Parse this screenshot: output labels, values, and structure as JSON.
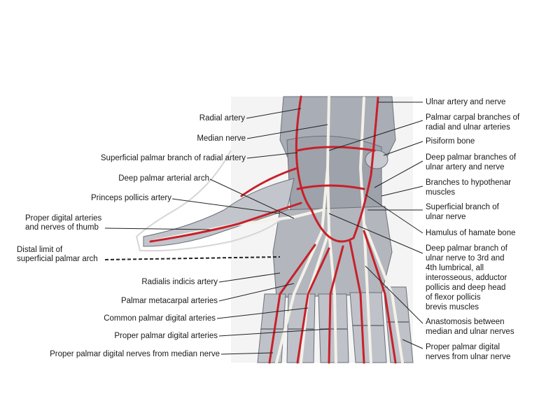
{
  "labels": {
    "radial_artery": "Radial artery",
    "median_nerve": "Median nerve",
    "superficial_palmar_branch": "Superficial palmar branch of radial artery",
    "deep_palmar_arterial_arch": "Deep palmar arterial arch",
    "princeps_pollicis": "Princeps pollicis artery",
    "proper_digital_thumb_1": "Proper digital arteries",
    "proper_digital_thumb_2": "and nerves of thumb",
    "distal_limit_1": "Distal limit of",
    "distal_limit_2": "superficial palmar arch",
    "radialis_indicis": "Radialis indicis artery",
    "palmar_metacarpal": "Palmar metacarpal arteries",
    "common_palmar_digital": "Common palmar digital arteries",
    "proper_palmar_digital_arteries": "Proper palmar digital arteries",
    "proper_palmar_digital_nerves_median": "Proper palmar digital nerves from median nerve",
    "ulnar_artery_nerve": "Ulnar artery and nerve",
    "palmar_carpal_1": "Palmar carpal branches of",
    "palmar_carpal_2": "radial and ulnar arteries",
    "pisiform": "Pisiform bone",
    "deep_palmar_branches_1": "Deep palmar branches of",
    "deep_palmar_branches_2": "ulnar artery and nerve",
    "hypothenar_1": "Branches to hypothenar",
    "hypothenar_2": "muscles",
    "superficial_ulnar_1": "Superficial branch of",
    "superficial_ulnar_2": "ulnar nerve",
    "hamulus": "Hamulus of hamate bone",
    "deep_branch_1": "Deep palmar branch of",
    "deep_branch_2": "ulnar nerve to 3rd and",
    "deep_branch_3": "4th lumbrical, all",
    "deep_branch_4": "interosseous, adductor",
    "deep_branch_5": "pollicis and deep head",
    "deep_branch_6": "of flexor pollicis",
    "deep_branch_7": "brevis muscles",
    "anastomosis_1": "Anastomosis between",
    "anastomosis_2": "median and ulnar nerves",
    "proper_palmar_ulnar_1": "Proper palmar digital",
    "proper_palmar_ulnar_2": "nerves from ulnar nerve"
  },
  "colors": {
    "artery": "#c8202a",
    "nerve": "#f2f0e8",
    "bone": "#b9bcc2",
    "bone_dark": "#7d8088",
    "tendon": "#dcdcd8",
    "leader": "#222222"
  }
}
